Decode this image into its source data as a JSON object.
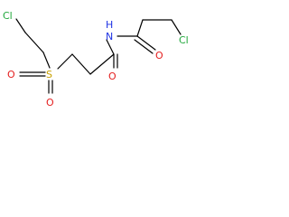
{
  "molecule": {
    "atoms": {
      "cl_left": "Cl",
      "cl_right": "Cl",
      "s": "S",
      "o_s_left": "O",
      "o_s_bottom": "O",
      "o_amide_right": "O",
      "o_amide_bottom": "O",
      "n": "N",
      "h": "H"
    }
  },
  "colors": {
    "chlorine": "#21a83c",
    "oxygen": "#e41e1e",
    "nitrogen": "#1e32e4",
    "sulfur": "#c8a000",
    "bond": "#000000",
    "background": "#ffffff"
  }
}
